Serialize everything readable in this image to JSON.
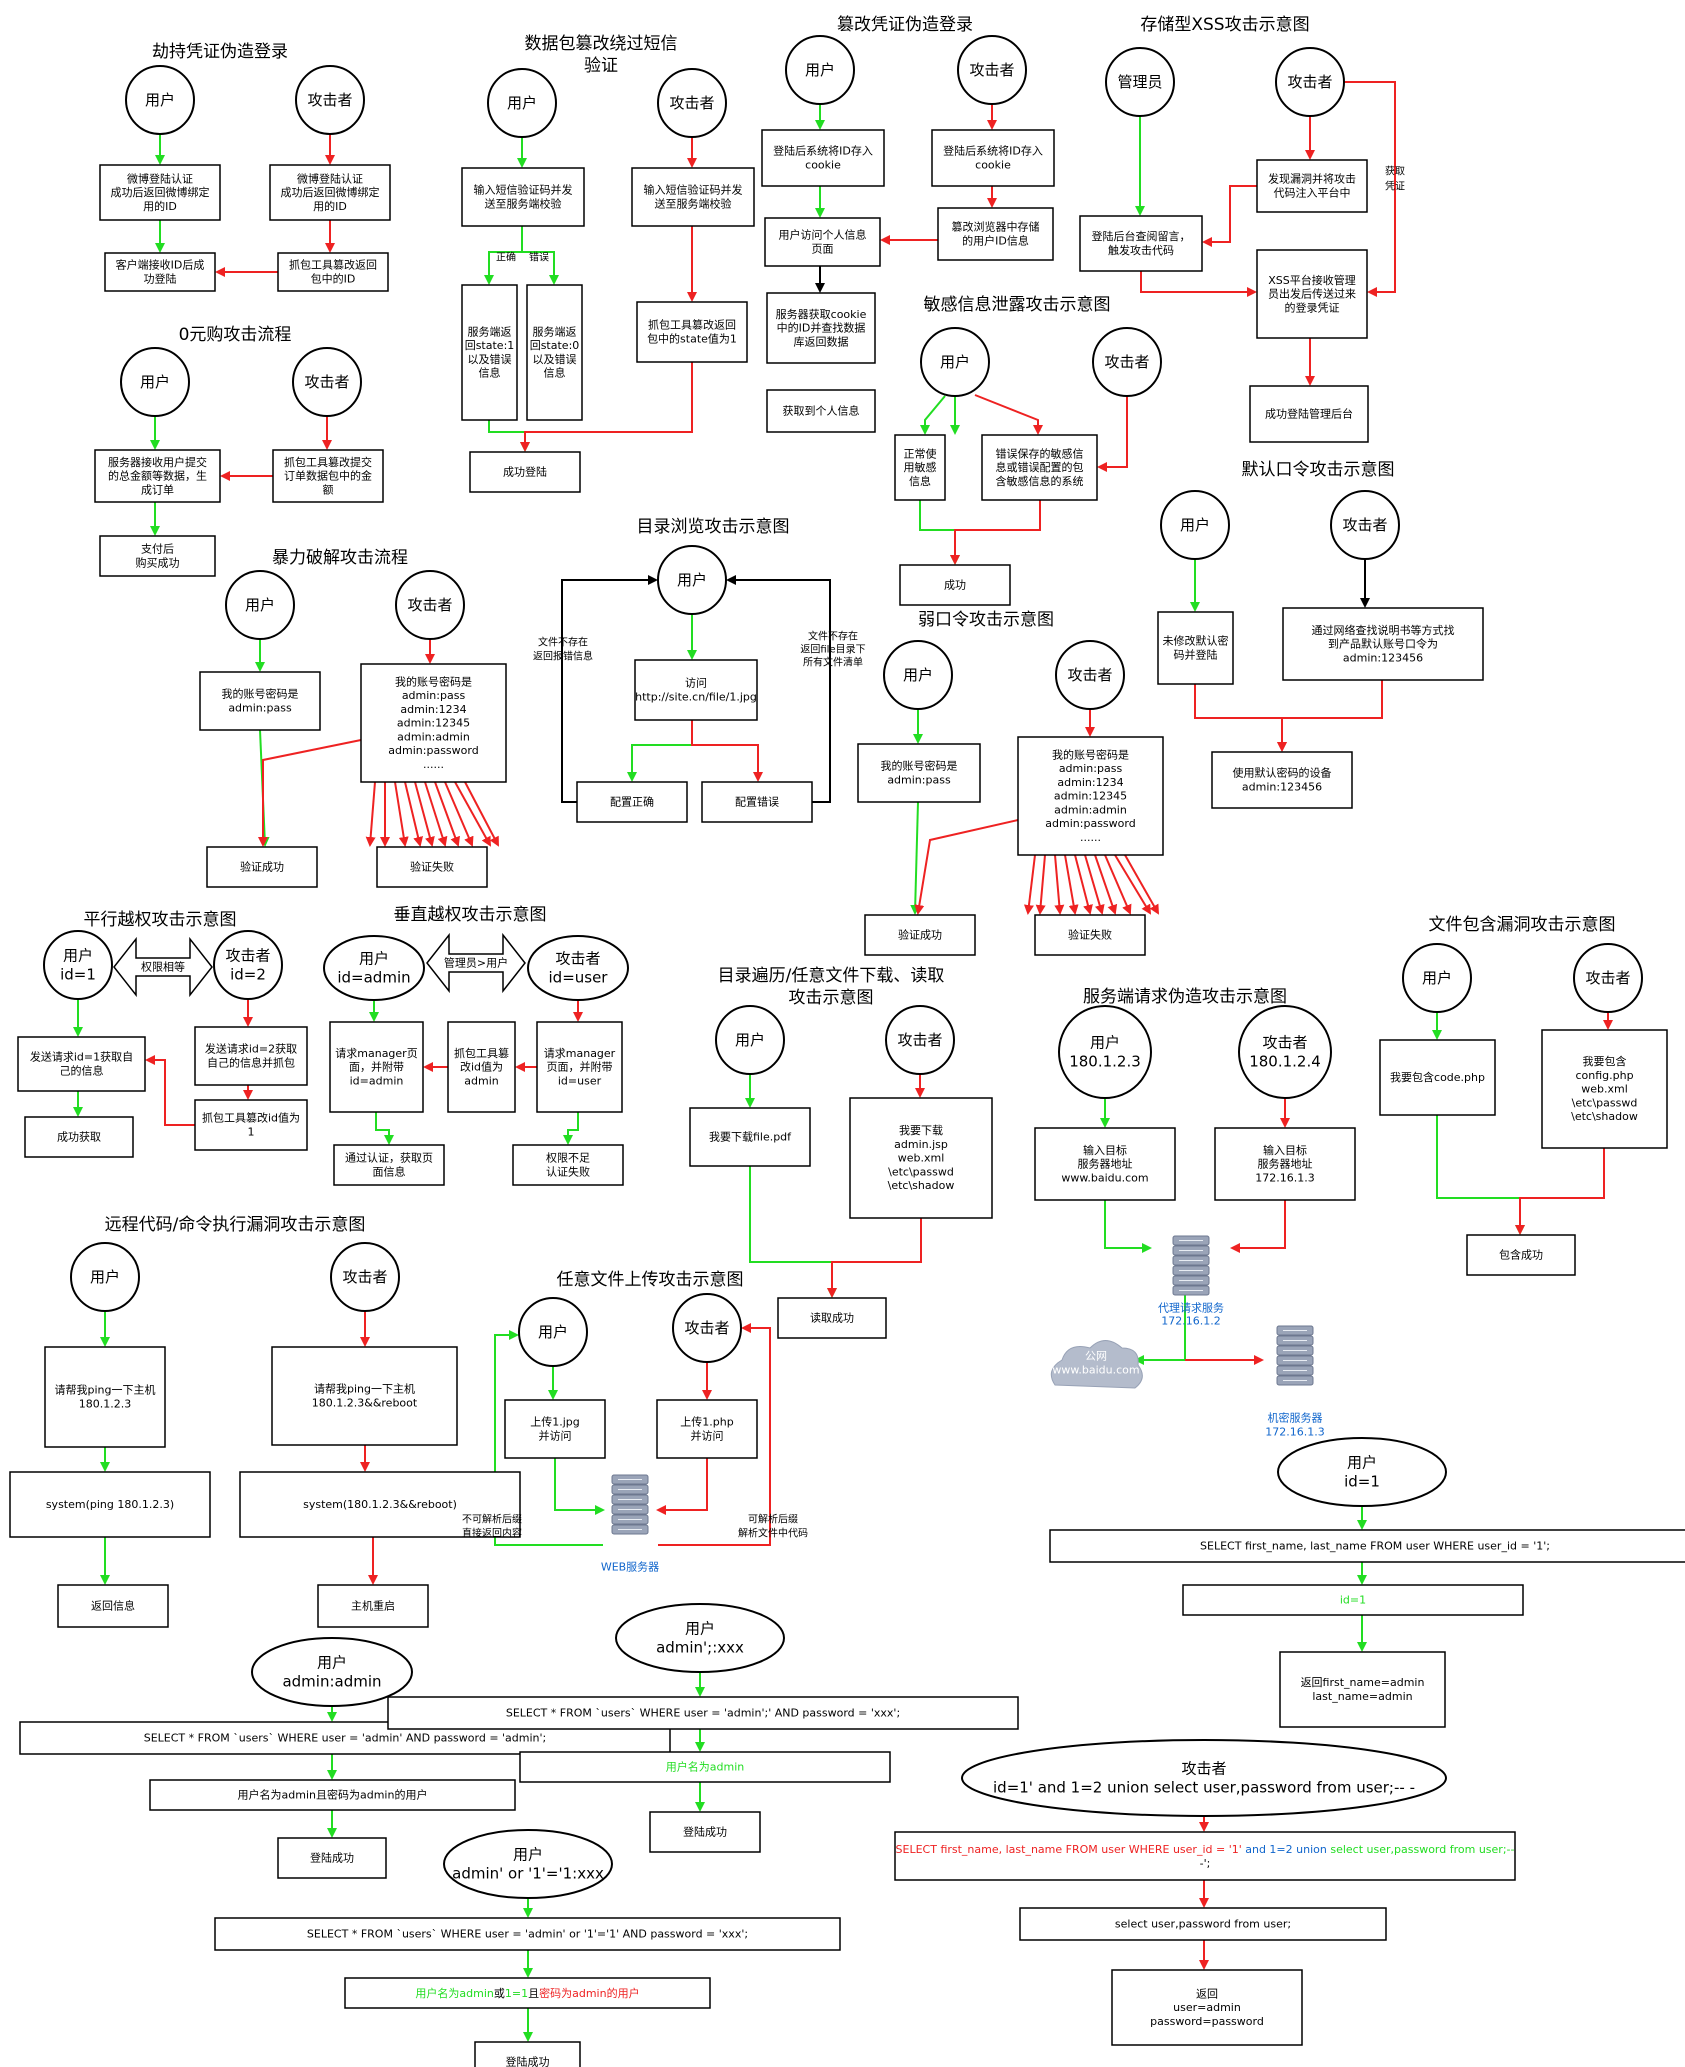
{
  "colors": {
    "green": "#22dd22",
    "red": "#ee2222",
    "black": "#000000",
    "blue": "#1166cc",
    "server": "#9aa4b8"
  },
  "titles": [
    {
      "id": "t_hijack",
      "text": "劫持凭证伪造登录"
    },
    {
      "id": "t_sms1",
      "text": "数据包篡改绕过短信"
    },
    {
      "id": "t_sms2",
      "text": "验证"
    },
    {
      "id": "t_tamper",
      "text": "篡改凭证伪造登录"
    },
    {
      "id": "t_xss",
      "text": "存储型XSS攻击示意图"
    },
    {
      "id": "t_zero",
      "text": "0元购攻击流程"
    },
    {
      "id": "t_sens",
      "text": "敏感信息泄露攻击示意图"
    },
    {
      "id": "t_def",
      "text": "默认口令攻击示意图"
    },
    {
      "id": "t_dir",
      "text": "目录浏览攻击示意图"
    },
    {
      "id": "t_brute",
      "text": "暴力破解攻击流程"
    },
    {
      "id": "t_weak",
      "text": "弱口令攻击示意图"
    },
    {
      "id": "t_horiz",
      "text": "平行越权攻击示意图"
    },
    {
      "id": "t_vert",
      "text": "垂直越权攻击示意图"
    },
    {
      "id": "t_incl",
      "text": "文件包含漏洞攻击示意图"
    },
    {
      "id": "t_trav1",
      "text": "目录遍历/任意文件下载、读取"
    },
    {
      "id": "t_trav2",
      "text": "攻击示意图"
    },
    {
      "id": "t_ssrf",
      "text": "服务端请求伪造攻击示意图"
    },
    {
      "id": "t_rce",
      "text": "远程代码/命令执行漏洞攻击示意图"
    },
    {
      "id": "t_upload",
      "text": "任意文件上传攻击示意图"
    }
  ],
  "nodes": [
    {
      "id": "h_user",
      "shape": "circle",
      "lines": [
        "用户"
      ]
    },
    {
      "id": "h_att",
      "shape": "circle",
      "lines": [
        "攻击者"
      ]
    },
    {
      "id": "h_b1",
      "shape": "rect",
      "lines": [
        "微博登陆认证",
        "成功后返回微博绑定",
        "用的ID"
      ]
    },
    {
      "id": "h_b2",
      "shape": "rect",
      "lines": [
        "微博登陆认证",
        "成功后返回微博绑定",
        "用的ID"
      ]
    },
    {
      "id": "h_b3",
      "shape": "rect",
      "lines": [
        "客户端接收ID后成",
        "功登陆"
      ]
    },
    {
      "id": "h_b4",
      "shape": "rect",
      "lines": [
        "抓包工具篡改返回",
        "包中的ID"
      ]
    },
    {
      "id": "s_user",
      "shape": "circle",
      "lines": [
        "用户"
      ]
    },
    {
      "id": "s_att",
      "shape": "circle",
      "lines": [
        "攻击者"
      ]
    },
    {
      "id": "s_b1",
      "shape": "rect",
      "lines": [
        "输入短信验证码并发",
        "送至服务端校验"
      ]
    },
    {
      "id": "s_b2",
      "shape": "rect",
      "lines": [
        "输入短信验证码并发",
        "送至服务端校验"
      ]
    },
    {
      "id": "s_ok",
      "shape": "rect",
      "lines": [
        "服务端返",
        "回state:1",
        "以及错误",
        "信息"
      ]
    },
    {
      "id": "s_err",
      "shape": "rect",
      "lines": [
        "服务端返",
        "回state:0",
        "以及错误",
        "信息"
      ]
    },
    {
      "id": "s_b4",
      "shape": "rect",
      "lines": [
        "抓包工具篡改返回",
        "包中的state值为1"
      ]
    },
    {
      "id": "s_fin",
      "shape": "rect",
      "lines": [
        "成功登陆"
      ]
    },
    {
      "id": "c_user",
      "shape": "circle",
      "lines": [
        "用户"
      ]
    },
    {
      "id": "c_att",
      "shape": "circle",
      "lines": [
        "攻击者"
      ]
    },
    {
      "id": "c_b1",
      "shape": "rect",
      "lines": [
        "登陆后系统将ID存入",
        "cookie"
      ]
    },
    {
      "id": "c_b2",
      "shape": "rect",
      "lines": [
        "登陆后系统将ID存入",
        "cookie"
      ]
    },
    {
      "id": "c_b3",
      "shape": "rect",
      "lines": [
        "用户访问个人信息",
        "页面"
      ]
    },
    {
      "id": "c_b4",
      "shape": "rect",
      "lines": [
        "篡改浏览器中存储",
        "的用户ID信息"
      ]
    },
    {
      "id": "c_b5",
      "shape": "rect",
      "lines": [
        "服务器获取cookie",
        "中的ID并查找数据",
        "库返回数据"
      ]
    },
    {
      "id": "c_b6",
      "shape": "rect",
      "lines": [
        "获取到个人信息"
      ]
    },
    {
      "id": "x_admin",
      "shape": "circle",
      "lines": [
        "管理员"
      ]
    },
    {
      "id": "x_att",
      "shape": "circle",
      "lines": [
        "攻击者"
      ]
    },
    {
      "id": "x_b1",
      "shape": "rect",
      "lines": [
        "发现漏洞并将攻击",
        "代码注入平台中"
      ]
    },
    {
      "id": "x_b2",
      "shape": "rect",
      "lines": [
        "登陆后台查阅留言，",
        "触发攻击代码"
      ]
    },
    {
      "id": "x_b3",
      "shape": "rect",
      "lines": [
        "XSS平台接收管理",
        "员出发后传送过来",
        "的登录凭证"
      ]
    },
    {
      "id": "x_b4",
      "shape": "rect",
      "lines": [
        "成功登陆管理后台"
      ]
    },
    {
      "id": "z_user",
      "shape": "circle",
      "lines": [
        "用户"
      ]
    },
    {
      "id": "z_att",
      "shape": "circle",
      "lines": [
        "攻击者"
      ]
    },
    {
      "id": "z_b1",
      "shape": "rect",
      "lines": [
        "服务器接收用户提交",
        "的总金额等数据，生",
        "成订单"
      ]
    },
    {
      "id": "z_b2",
      "shape": "rect",
      "lines": [
        "抓包工具篡改提交",
        "订单数据包中的金",
        "额"
      ]
    },
    {
      "id": "z_b3",
      "shape": "rect",
      "lines": [
        "支付后",
        "购买成功"
      ]
    },
    {
      "id": "e_user",
      "shape": "circle",
      "lines": [
        "用户"
      ]
    },
    {
      "id": "e_att",
      "shape": "circle",
      "lines": [
        "攻击者"
      ]
    },
    {
      "id": "e_b1",
      "shape": "rect",
      "lines": [
        "正常使",
        "用敏感",
        "信息"
      ]
    },
    {
      "id": "e_b2",
      "shape": "rect",
      "lines": [
        "错误保存的敏感信",
        "息或错误配置的包",
        "含敏感信息的系统"
      ]
    },
    {
      "id": "e_b3",
      "shape": "rect",
      "lines": [
        "成功"
      ]
    },
    {
      "id": "d_user",
      "shape": "circle",
      "lines": [
        "用户"
      ]
    },
    {
      "id": "d_att",
      "shape": "circle",
      "lines": [
        "攻击者"
      ]
    },
    {
      "id": "d_b1",
      "shape": "rect",
      "lines": [
        "未修改默认密",
        "码并登陆"
      ]
    },
    {
      "id": "d_b2",
      "shape": "rect",
      "lines": [
        "通过网络查找说明书等方式找",
        "到产品默认账号口令为",
        "admin:123456"
      ]
    },
    {
      "id": "d_b3",
      "shape": "rect",
      "lines": [
        "使用默认密码的设备",
        "admin:123456"
      ]
    },
    {
      "id": "r_user",
      "shape": "circle",
      "lines": [
        "用户"
      ]
    },
    {
      "id": "r_b1",
      "shape": "rect",
      "lines": [
        "访问",
        "http://site.cn/file/1.jpg"
      ]
    },
    {
      "id": "r_ok",
      "shape": "rect",
      "lines": [
        "配置正确"
      ]
    },
    {
      "id": "r_err",
      "shape": "rect",
      "lines": [
        "配置错误"
      ]
    },
    {
      "id": "b_user",
      "shape": "circle",
      "lines": [
        "用户"
      ]
    },
    {
      "id": "b_att",
      "shape": "circle",
      "lines": [
        "攻击者"
      ]
    },
    {
      "id": "b_b1",
      "shape": "rect",
      "lines": [
        "我的账号密码是",
        "admin:pass"
      ]
    },
    {
      "id": "b_b2",
      "shape": "rect",
      "lines": [
        "我的账号密码是",
        "admin:pass",
        "admin:1234",
        "admin:12345",
        "admin:admin",
        "admin:password",
        "......"
      ]
    },
    {
      "id": "b_ok",
      "shape": "rect",
      "lines": [
        "验证成功"
      ]
    },
    {
      "id": "b_fail",
      "shape": "rect",
      "lines": [
        "验证失败"
      ]
    },
    {
      "id": "w_user",
      "shape": "circle",
      "lines": [
        "用户"
      ]
    },
    {
      "id": "w_att",
      "shape": "circle",
      "lines": [
        "攻击者"
      ]
    },
    {
      "id": "w_b1",
      "shape": "rect",
      "lines": [
        "我的账号密码是",
        "admin:pass"
      ]
    },
    {
      "id": "w_b2",
      "shape": "rect",
      "lines": [
        "我的账号密码是",
        "admin:pass",
        "admin:1234",
        "admin:12345",
        "admin:admin",
        "admin:password",
        "......"
      ]
    },
    {
      "id": "w_ok",
      "shape": "rect",
      "lines": [
        "验证成功"
      ]
    },
    {
      "id": "w_fail",
      "shape": "rect",
      "lines": [
        "验证失败"
      ]
    },
    {
      "id": "p_user",
      "shape": "circle",
      "lines": [
        "用户",
        "id=1"
      ]
    },
    {
      "id": "p_att",
      "shape": "circle",
      "lines": [
        "攻击者",
        "id=2"
      ]
    },
    {
      "id": "p_b1",
      "shape": "rect",
      "lines": [
        "发送请求id=1获取自",
        "己的信息"
      ]
    },
    {
      "id": "p_b2",
      "shape": "rect",
      "lines": [
        "发送请求id=2获取",
        "自己的信息并抓包"
      ]
    },
    {
      "id": "p_b3",
      "shape": "rect",
      "lines": [
        "抓包工具篡改id值为",
        "1"
      ]
    },
    {
      "id": "p_b4",
      "shape": "rect",
      "lines": [
        "成功获取"
      ]
    },
    {
      "id": "v_user",
      "shape": "ellipse",
      "lines": [
        "用户",
        "id=admin"
      ]
    },
    {
      "id": "v_att",
      "shape": "ellipse",
      "lines": [
        "攻击者",
        "id=user"
      ]
    },
    {
      "id": "v_b1",
      "shape": "rect",
      "lines": [
        "请求manager页",
        "面，并附带",
        "id=admin"
      ]
    },
    {
      "id": "v_b2",
      "shape": "rect",
      "lines": [
        "抓包工具篡",
        "改id值为",
        "admin"
      ]
    },
    {
      "id": "v_b3",
      "shape": "rect",
      "lines": [
        "请求manager",
        "页面，并附带",
        "id=user"
      ]
    },
    {
      "id": "v_b4",
      "shape": "rect",
      "lines": [
        "通过认证，获取页",
        "面信息"
      ]
    },
    {
      "id": "v_b5",
      "shape": "rect",
      "lines": [
        "权限不足",
        "认证失败"
      ]
    },
    {
      "id": "f_user",
      "shape": "circle",
      "lines": [
        "用户"
      ]
    },
    {
      "id": "f_att",
      "shape": "circle",
      "lines": [
        "攻击者"
      ]
    },
    {
      "id": "f_b1",
      "shape": "rect",
      "lines": [
        "我要包含code.php"
      ]
    },
    {
      "id": "f_b2",
      "shape": "rect",
      "lines": [
        "我要包含",
        "config.php",
        "web.xml",
        "\\etc\\passwd",
        "\\etc\\shadow"
      ]
    },
    {
      "id": "f_b3",
      "shape": "rect",
      "lines": [
        "包含成功"
      ]
    },
    {
      "id": "g_user",
      "shape": "circle",
      "lines": [
        "用户"
      ]
    },
    {
      "id": "g_att",
      "shape": "circle",
      "lines": [
        "攻击者"
      ]
    },
    {
      "id": "g_b1",
      "shape": "rect",
      "lines": [
        "我要下载file.pdf"
      ]
    },
    {
      "id": "g_b2",
      "shape": "rect",
      "lines": [
        "我要下载",
        "admin.jsp",
        "web.xml",
        "\\etc\\passwd",
        "\\etc\\shadow"
      ]
    },
    {
      "id": "g_b3",
      "shape": "rect",
      "lines": [
        "读取成功"
      ]
    },
    {
      "id": "q_user",
      "shape": "circle",
      "lines": [
        "用户",
        "180.1.2.3"
      ]
    },
    {
      "id": "q_att",
      "shape": "circle",
      "lines": [
        "攻击者",
        "180.1.2.4"
      ]
    },
    {
      "id": "q_b1",
      "shape": "rect",
      "lines": [
        "输入目标",
        "服务器地址",
        "www.baidu.com"
      ]
    },
    {
      "id": "q_b2",
      "shape": "rect",
      "lines": [
        "输入目标",
        "服务器地址",
        "172.16.1.3"
      ]
    },
    {
      "id": "k_user",
      "shape": "circle",
      "lines": [
        "用户"
      ]
    },
    {
      "id": "k_att",
      "shape": "circle",
      "lines": [
        "攻击者"
      ]
    },
    {
      "id": "k_b1",
      "shape": "rect",
      "lines": [
        "请帮我ping一下主机",
        "180.1.2.3"
      ]
    },
    {
      "id": "k_b2",
      "shape": "rect",
      "lines": [
        "请帮我ping一下主机",
        "180.1.2.3&&reboot"
      ]
    },
    {
      "id": "k_b3",
      "shape": "rect",
      "lines": [
        "system(ping 180.1.2.3)"
      ]
    },
    {
      "id": "k_b4",
      "shape": "rect",
      "lines": [
        "system(180.1.2.3&&reboot)"
      ]
    },
    {
      "id": "k_b5",
      "shape": "rect",
      "lines": [
        "返回信息"
      ]
    },
    {
      "id": "k_b6",
      "shape": "rect",
      "lines": [
        "主机重启"
      ]
    },
    {
      "id": "u_user",
      "shape": "circle",
      "lines": [
        "用户"
      ]
    },
    {
      "id": "u_att",
      "shape": "circle",
      "lines": [
        "攻击者"
      ]
    },
    {
      "id": "u_b1",
      "shape": "rect",
      "lines": [
        "上传1.jpg",
        "并访问"
      ]
    },
    {
      "id": "u_b2",
      "shape": "rect",
      "lines": [
        "上传1.php",
        "并访问"
      ]
    },
    {
      "id": "i_user",
      "shape": "ellipse",
      "lines": [
        "用户",
        "id=1"
      ]
    },
    {
      "id": "i_b1",
      "shape": "rect",
      "lines": [
        "SELECT first_name, last_name FROM user WHERE user_id = '1';"
      ]
    },
    {
      "id": "i_b2",
      "shape": "rect",
      "lines": [
        "id=1"
      ],
      "color": "green"
    },
    {
      "id": "i_b3",
      "shape": "rect",
      "lines": [
        "返回first_name=admin",
        "last_name=admin"
      ]
    },
    {
      "id": "i_att",
      "shape": "ellipse",
      "lines": [
        "攻击者",
        "id=1' and 1=2 union select user,password from user;-- -"
      ]
    },
    {
      "id": "i_b5",
      "shape": "rect",
      "lines": [
        "select user,password from user;"
      ]
    },
    {
      "id": "i_b6",
      "shape": "rect",
      "lines": [
        "返回",
        "user=admin",
        "password=password"
      ]
    },
    {
      "id": "l_user",
      "shape": "ellipse",
      "lines": [
        "用户",
        "admin:admin"
      ]
    },
    {
      "id": "l_b1",
      "shape": "rect",
      "lines": [
        "SELECT * FROM `users` WHERE user = 'admin' AND password = 'admin';"
      ]
    },
    {
      "id": "l_b2",
      "shape": "rect",
      "lines": [
        "用户名为admin且密码为admin的用户"
      ]
    },
    {
      "id": "l_b3",
      "shape": "rect",
      "lines": [
        "登陆成功"
      ]
    },
    {
      "id": "m_user",
      "shape": "ellipse",
      "lines": [
        "用户",
        "admin';:xxx"
      ]
    },
    {
      "id": "m_b1",
      "shape": "rect",
      "lines": [
        "SELECT * FROM `users` WHERE user = 'admin';' AND password = 'xxx';"
      ]
    },
    {
      "id": "m_b2",
      "shape": "rect",
      "lines": [
        "用户名为admin"
      ],
      "color": "green"
    },
    {
      "id": "m_b3",
      "shape": "rect",
      "lines": [
        "登陆成功"
      ]
    },
    {
      "id": "n_user",
      "shape": "ellipse",
      "lines": [
        "用户",
        "admin' or '1'='1:xxx"
      ]
    },
    {
      "id": "n_b1",
      "shape": "rect",
      "lines": [
        "SELECT * FROM `users` WHERE user = 'admin' or '1'='1' AND password = 'xxx';"
      ]
    },
    {
      "id": "n_b3",
      "shape": "rect",
      "lines": [
        "登陆成功"
      ]
    }
  ],
  "mixed": {
    "n_b2": [
      {
        "t": "用户名为admin",
        "c": "green"
      },
      {
        "t": "或",
        "c": "black"
      },
      {
        "t": "1=1",
        "c": "green"
      },
      {
        "t": "且",
        "c": "black"
      },
      {
        "t": "密码为admin的用户",
        "c": "red"
      }
    ],
    "i_b4_l1": [
      {
        "t": "SELECT first_name, last_name FROM user WHERE user_id = '1' ",
        "c": "red"
      },
      {
        "t": "and 1=2 ",
        "c": "blue"
      },
      {
        "t": "union ",
        "c": "blue"
      },
      {
        "t": "select user,password from user;--",
        "c": "green"
      }
    ],
    "i_b4_l2": [
      {
        "t": "-';",
        "c": "black"
      }
    ]
  },
  "edge_labels": [
    {
      "id": "s_l1",
      "text": "正确"
    },
    {
      "id": "s_l2",
      "text": "错误"
    },
    {
      "id": "x_l1",
      "text": "获取"
    },
    {
      "id": "x_l2",
      "text": "凭证"
    },
    {
      "id": "r_l1",
      "text": "文件不存在"
    },
    {
      "id": "r_l2",
      "text": "返回报错信息"
    },
    {
      "id": "r_l3",
      "text": "文件不存在"
    },
    {
      "id": "r_l4",
      "text": "返回file目录下"
    },
    {
      "id": "r_l5",
      "text": "所有文件清单"
    },
    {
      "id": "p_arrow",
      "text": "权限相等"
    },
    {
      "id": "v_arrow",
      "text": "管理员>用户"
    },
    {
      "id": "q_proxy1",
      "text": "代理请求服务"
    },
    {
      "id": "q_proxy2",
      "text": "172.16.1.2"
    },
    {
      "id": "q_secret1",
      "text": "机密服务器"
    },
    {
      "id": "q_secret2",
      "text": "172.16.1.3"
    },
    {
      "id": "q_cloud1",
      "text": "公网"
    },
    {
      "id": "q_cloud2",
      "text": "www.baidu.com"
    },
    {
      "id": "u_l1",
      "text": "不可解析后缀"
    },
    {
      "id": "u_l2",
      "text": "直接返回内容"
    },
    {
      "id": "u_l3",
      "text": "可解析后缀"
    },
    {
      "id": "u_l4",
      "text": "解析文件中代码"
    },
    {
      "id": "u_srv",
      "text": "WEB服务器"
    }
  ]
}
